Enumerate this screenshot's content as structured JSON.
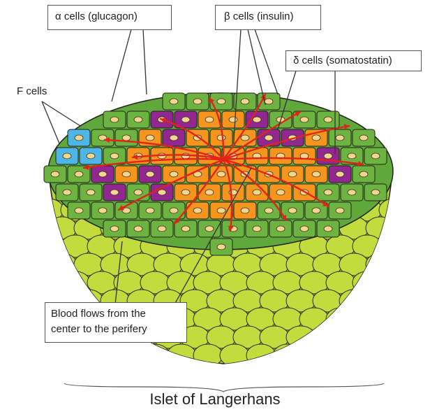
{
  "labels": {
    "alpha": "α cells (glucagon)",
    "beta": "β cells (insulin)",
    "delta": "δ cells (somatostatin)",
    "f": "F cells",
    "blood_line1": "Blood flows from the",
    "blood_line2": "center to the perifery",
    "title": "Islet of Langerhans"
  },
  "colors": {
    "alpha_cell": "#6db33f",
    "beta_cell": "#f7941d",
    "delta_cell": "#92278f",
    "f_cell": "#4db6e6",
    "islet_body": "#b5d334",
    "vessel": "#e2231a",
    "nucleus": "#f7d58b"
  }
}
